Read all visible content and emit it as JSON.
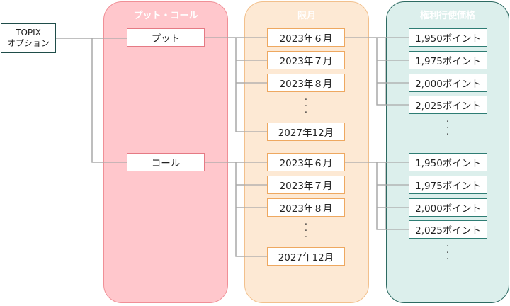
{
  "root": {
    "line1": "TOPIX",
    "line2": "オプション"
  },
  "columns": {
    "put_call": "プット・コール",
    "expiry": "限月",
    "strike": "権利行使価格"
  },
  "put": {
    "label": "プット",
    "months": [
      "2023年６月",
      "2023年７月",
      "2023年８月",
      "2027年12月"
    ],
    "strikes": [
      "1,950ポイント",
      "1,975ポイント",
      "2,000ポイント",
      "2,025ポイント"
    ]
  },
  "call": {
    "label": "コール",
    "months": [
      "2023年６月",
      "2023年７月",
      "2023年８月",
      "2027年12月"
    ],
    "strikes": [
      "1,950ポイント",
      "1,975ポイント",
      "2,000ポイント",
      "2,025ポイント"
    ]
  },
  "ellipsis": "・\n・\n・"
}
